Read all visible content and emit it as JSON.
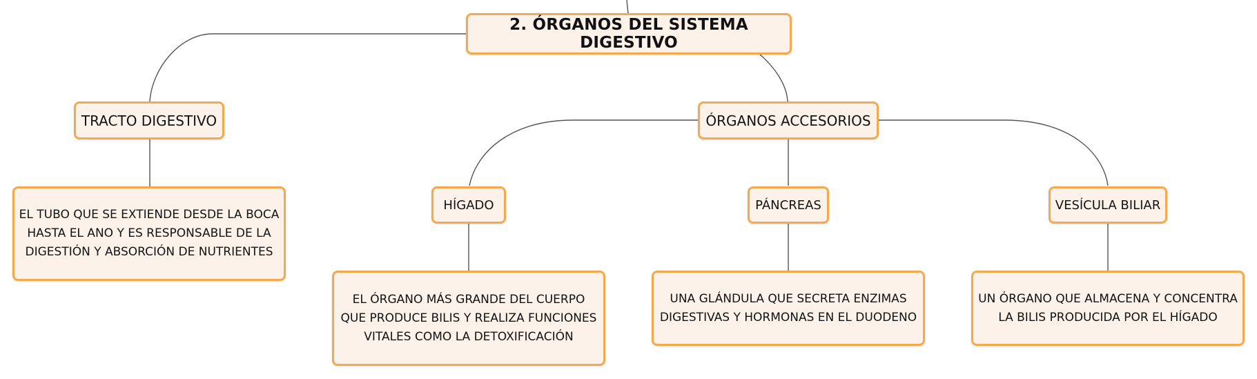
{
  "mindmap": {
    "root": {
      "label": "2. ÓRGANOS DEL SISTEMA DIGESTIVO"
    },
    "tracto": {
      "label": "TRACTO DIGESTIVO",
      "description": "EL TUBO QUE SE EXTIENDE DESDE LA BOCA HASTA EL ANO Y ES RESPONSABLE DE LA DIGESTIÓN Y ABSORCIÓN DE NUTRIENTES"
    },
    "accesorios": {
      "label": "ÓRGANOS ACCESORIOS",
      "higado": {
        "label": "HÍGADO",
        "description": "EL ÓRGANO MÁS GRANDE DEL CUERPO QUE PRODUCE BILIS Y REALIZA FUNCIONES VITALES COMO LA DETOXIFICACIÓN"
      },
      "pancreas": {
        "label": "PÁNCREAS",
        "description": "UNA GLÁNDULA QUE SECRETA ENZIMAS DIGESTIVAS Y HORMONAS EN EL DUODENO"
      },
      "vesicula": {
        "label": "VESÍCULA BILIAR",
        "description": "UN ÓRGANO QUE ALMACENA Y CONCENTRA LA BILIS PRODUCIDA POR EL HÍGADO"
      }
    }
  },
  "colors": {
    "node_fill": "#fdf2e9",
    "node_border": "#f4a94e",
    "connector": "#555555"
  }
}
